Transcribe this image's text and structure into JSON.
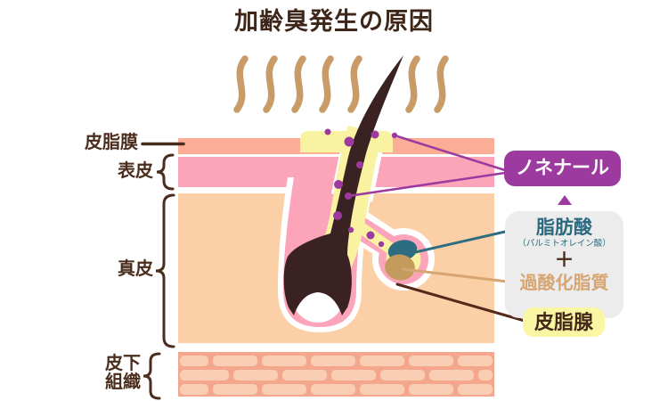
{
  "title": "加齢臭発生の原因",
  "skin_layers": {
    "sebum_film": "皮脂膜",
    "epidermis": "表皮",
    "dermis": "真皮",
    "subcutaneous_line1": "皮下",
    "subcutaneous_line2": "組織"
  },
  "callouts": {
    "nonenal": "ノネナール",
    "fatty_acid": "脂肪酸",
    "fatty_acid_sub": "（パルミトオレイン酸）",
    "plus": "＋",
    "lipid_peroxide": "過酸化脂質",
    "sebaceous_gland": "皮脂腺"
  },
  "colors": {
    "title_text": "#3E2619",
    "layer_label_text": "#4A2D1D",
    "nonenal_purple": "#9C3AA0",
    "fatty_acid_teal": "#2B6A80",
    "lipid_peroxide_tan": "#D6A572",
    "sebaceous_gland_box_yellow": "#FAF6A3",
    "sebum_yellow": "#F9F3A1",
    "sebum_film_salmon": "#FBAE95",
    "epidermis_pink": "#FCA4BA",
    "dermis_peach": "#FCD0A6",
    "subcutaneous_salmon": "#F5A78D",
    "subcutaneous_brick": "#FACDB5",
    "hair_brown": "#3B2222",
    "odor_steam_tan": "#C99B67",
    "factor_box_gray": "#ECECED"
  }
}
